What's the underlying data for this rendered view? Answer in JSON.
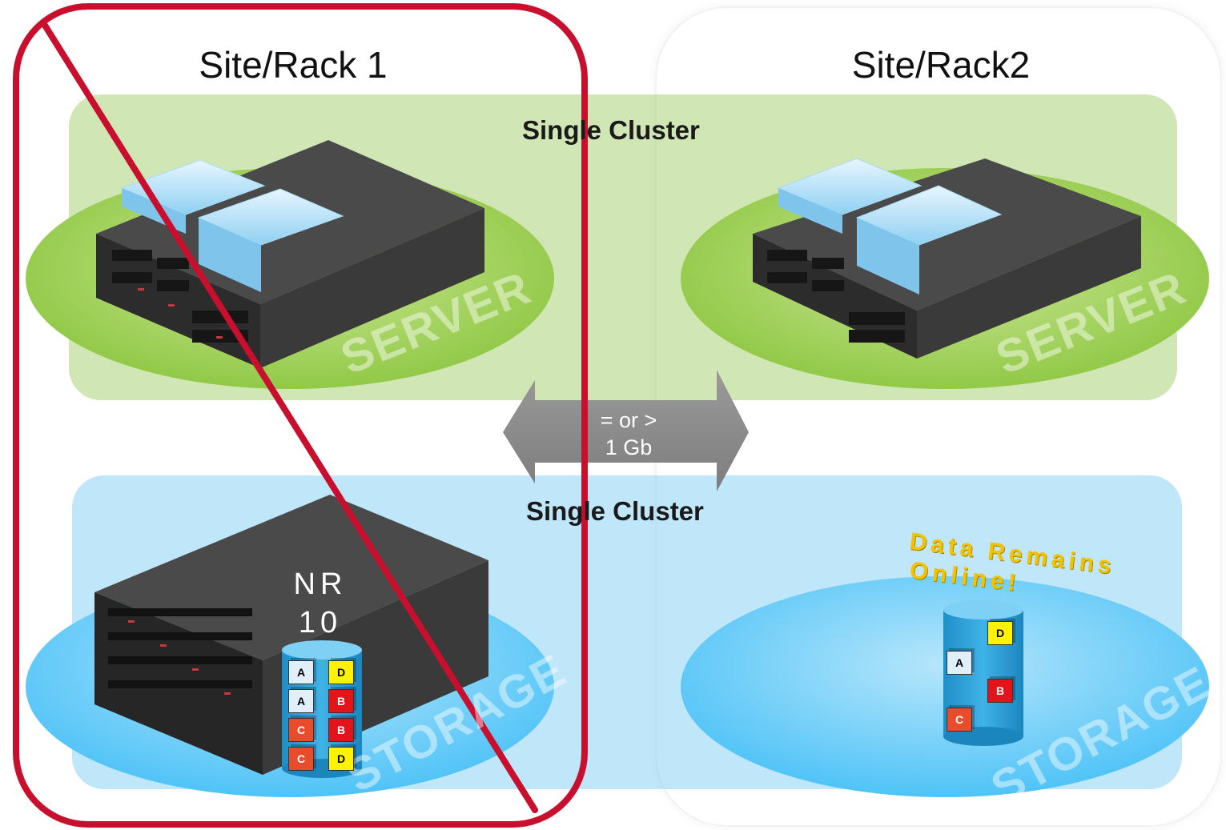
{
  "site1": {
    "title": "Site/Rack 1",
    "server_label": "SERVER",
    "storage_label": "STORAGE",
    "nr_line1": "NR",
    "nr_line2": "10",
    "blocks": [
      {
        "left": "A",
        "right": "D"
      },
      {
        "left": "A",
        "right": "B"
      },
      {
        "left": "C",
        "right": "B"
      },
      {
        "left": "C",
        "right": "D"
      }
    ]
  },
  "site2": {
    "title": "Site/Rack2",
    "server_label": "SERVER",
    "storage_label": "STORAGE",
    "status_line1": "Data Remains",
    "status_line2": "Online!",
    "blocks": [
      "D",
      "A",
      "B",
      "C"
    ]
  },
  "cluster_top": "Single Cluster",
  "cluster_bottom": "Single Cluster",
  "link": {
    "line1": "= or >",
    "line2": "1 Gb"
  },
  "colors": {
    "failure_red": "#c8102e",
    "server_green": "#8cc63f",
    "storage_blue": "#4fc3f7",
    "online_gold": "#f2c400"
  }
}
